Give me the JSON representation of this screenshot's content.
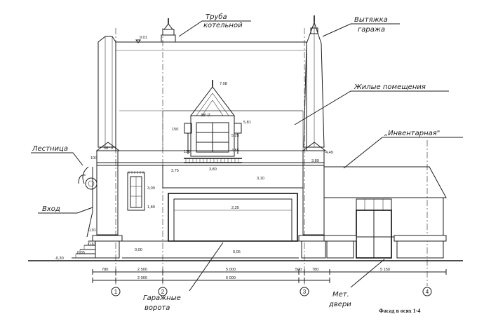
{
  "labels": {
    "pipe_line1": "Труба",
    "pipe_line2": "котельной",
    "vent_line1": "Вытяжка",
    "vent_line2": "гаража",
    "living": "Жилые помещения",
    "storage": "„Инвентарная\"",
    "stairs": "Лестница",
    "entrance": "Вход",
    "gates_line1": "Гаражные",
    "gates_line2": "ворота",
    "door_line1": "Мет.",
    "door_line2": "двери"
  },
  "caption": "Фасад в осях 1-4",
  "elevations": {
    "ridge_left": "9.01",
    "dormer_top": "7.08",
    "level_581": "5,81",
    "level_525": "5,25",
    "level_455": "4,55",
    "level_449": "4,49",
    "level_389": "3,89",
    "level_380": "3,80",
    "level_375": "3,75",
    "level_310": "3,10",
    "level_309": "3,09",
    "level_220": "2,20",
    "level_189": "1,89",
    "level_091": "0,91",
    "level_063": "0,63",
    "level_000": "0,00",
    "level_005a": "0,05",
    "level_005b": "0,05",
    "level_030": "-0,30"
  },
  "notes": {
    "n100": "100",
    "n150": "150",
    "n120": "120",
    "angle_dormer": "38° 0'",
    "angle_left": "38° 0'"
  },
  "dimensions": {
    "row1": [
      "780",
      "2 500",
      "5 000",
      "500",
      "780",
      "5 150"
    ],
    "row2": [
      "2 000",
      "6 000"
    ]
  },
  "axes": [
    "1",
    "2",
    "3",
    "4"
  ]
}
